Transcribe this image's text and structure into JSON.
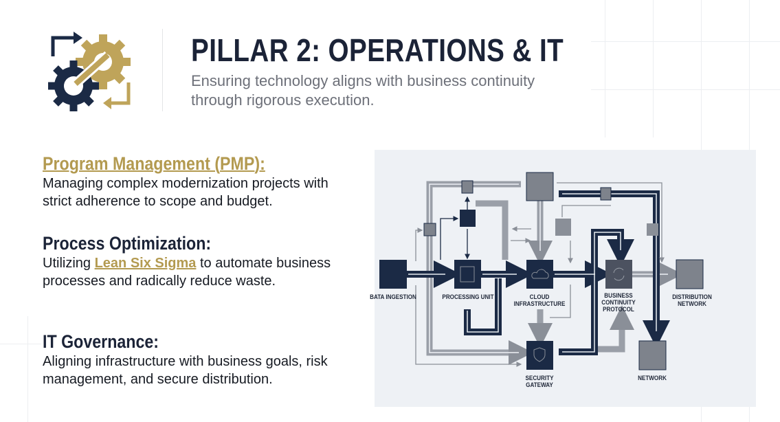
{
  "header": {
    "title": "PILLAR 2: OPERATIONS & IT",
    "subtitle": "Ensuring technology aligns with business continuity through rigorous execution."
  },
  "sections": [
    {
      "heading": "Program Management (PMP):",
      "body": "Managing complex modernization projects with strict adherence to scope and budget."
    },
    {
      "heading": "Process Optimization:",
      "body_pre": "Utilizing ",
      "body_link": "Lean Six Sigma",
      "body_post": " to automate business processes and radically reduce waste."
    },
    {
      "heading": "IT Governance:",
      "body": "Aligning infrastructure with business goals, risk management, and secure distribution."
    }
  ],
  "diagram": {
    "nodes": {
      "data_ingestion": "BATA INGESTION",
      "processing_unit": "PROCESSING UNIT",
      "cloud": "CLOUD INFRASTRUCTURE",
      "bcp": "BUSINESS CONTINUITY PROTOCOL",
      "distribution": "DISTRIBUTION NETWORK",
      "security": "SECURITY GATEWAY",
      "network": "NETWORK"
    }
  },
  "colors": {
    "navy": "#1b2a45",
    "gold": "#b39a50",
    "gray": "#8a8f98"
  }
}
